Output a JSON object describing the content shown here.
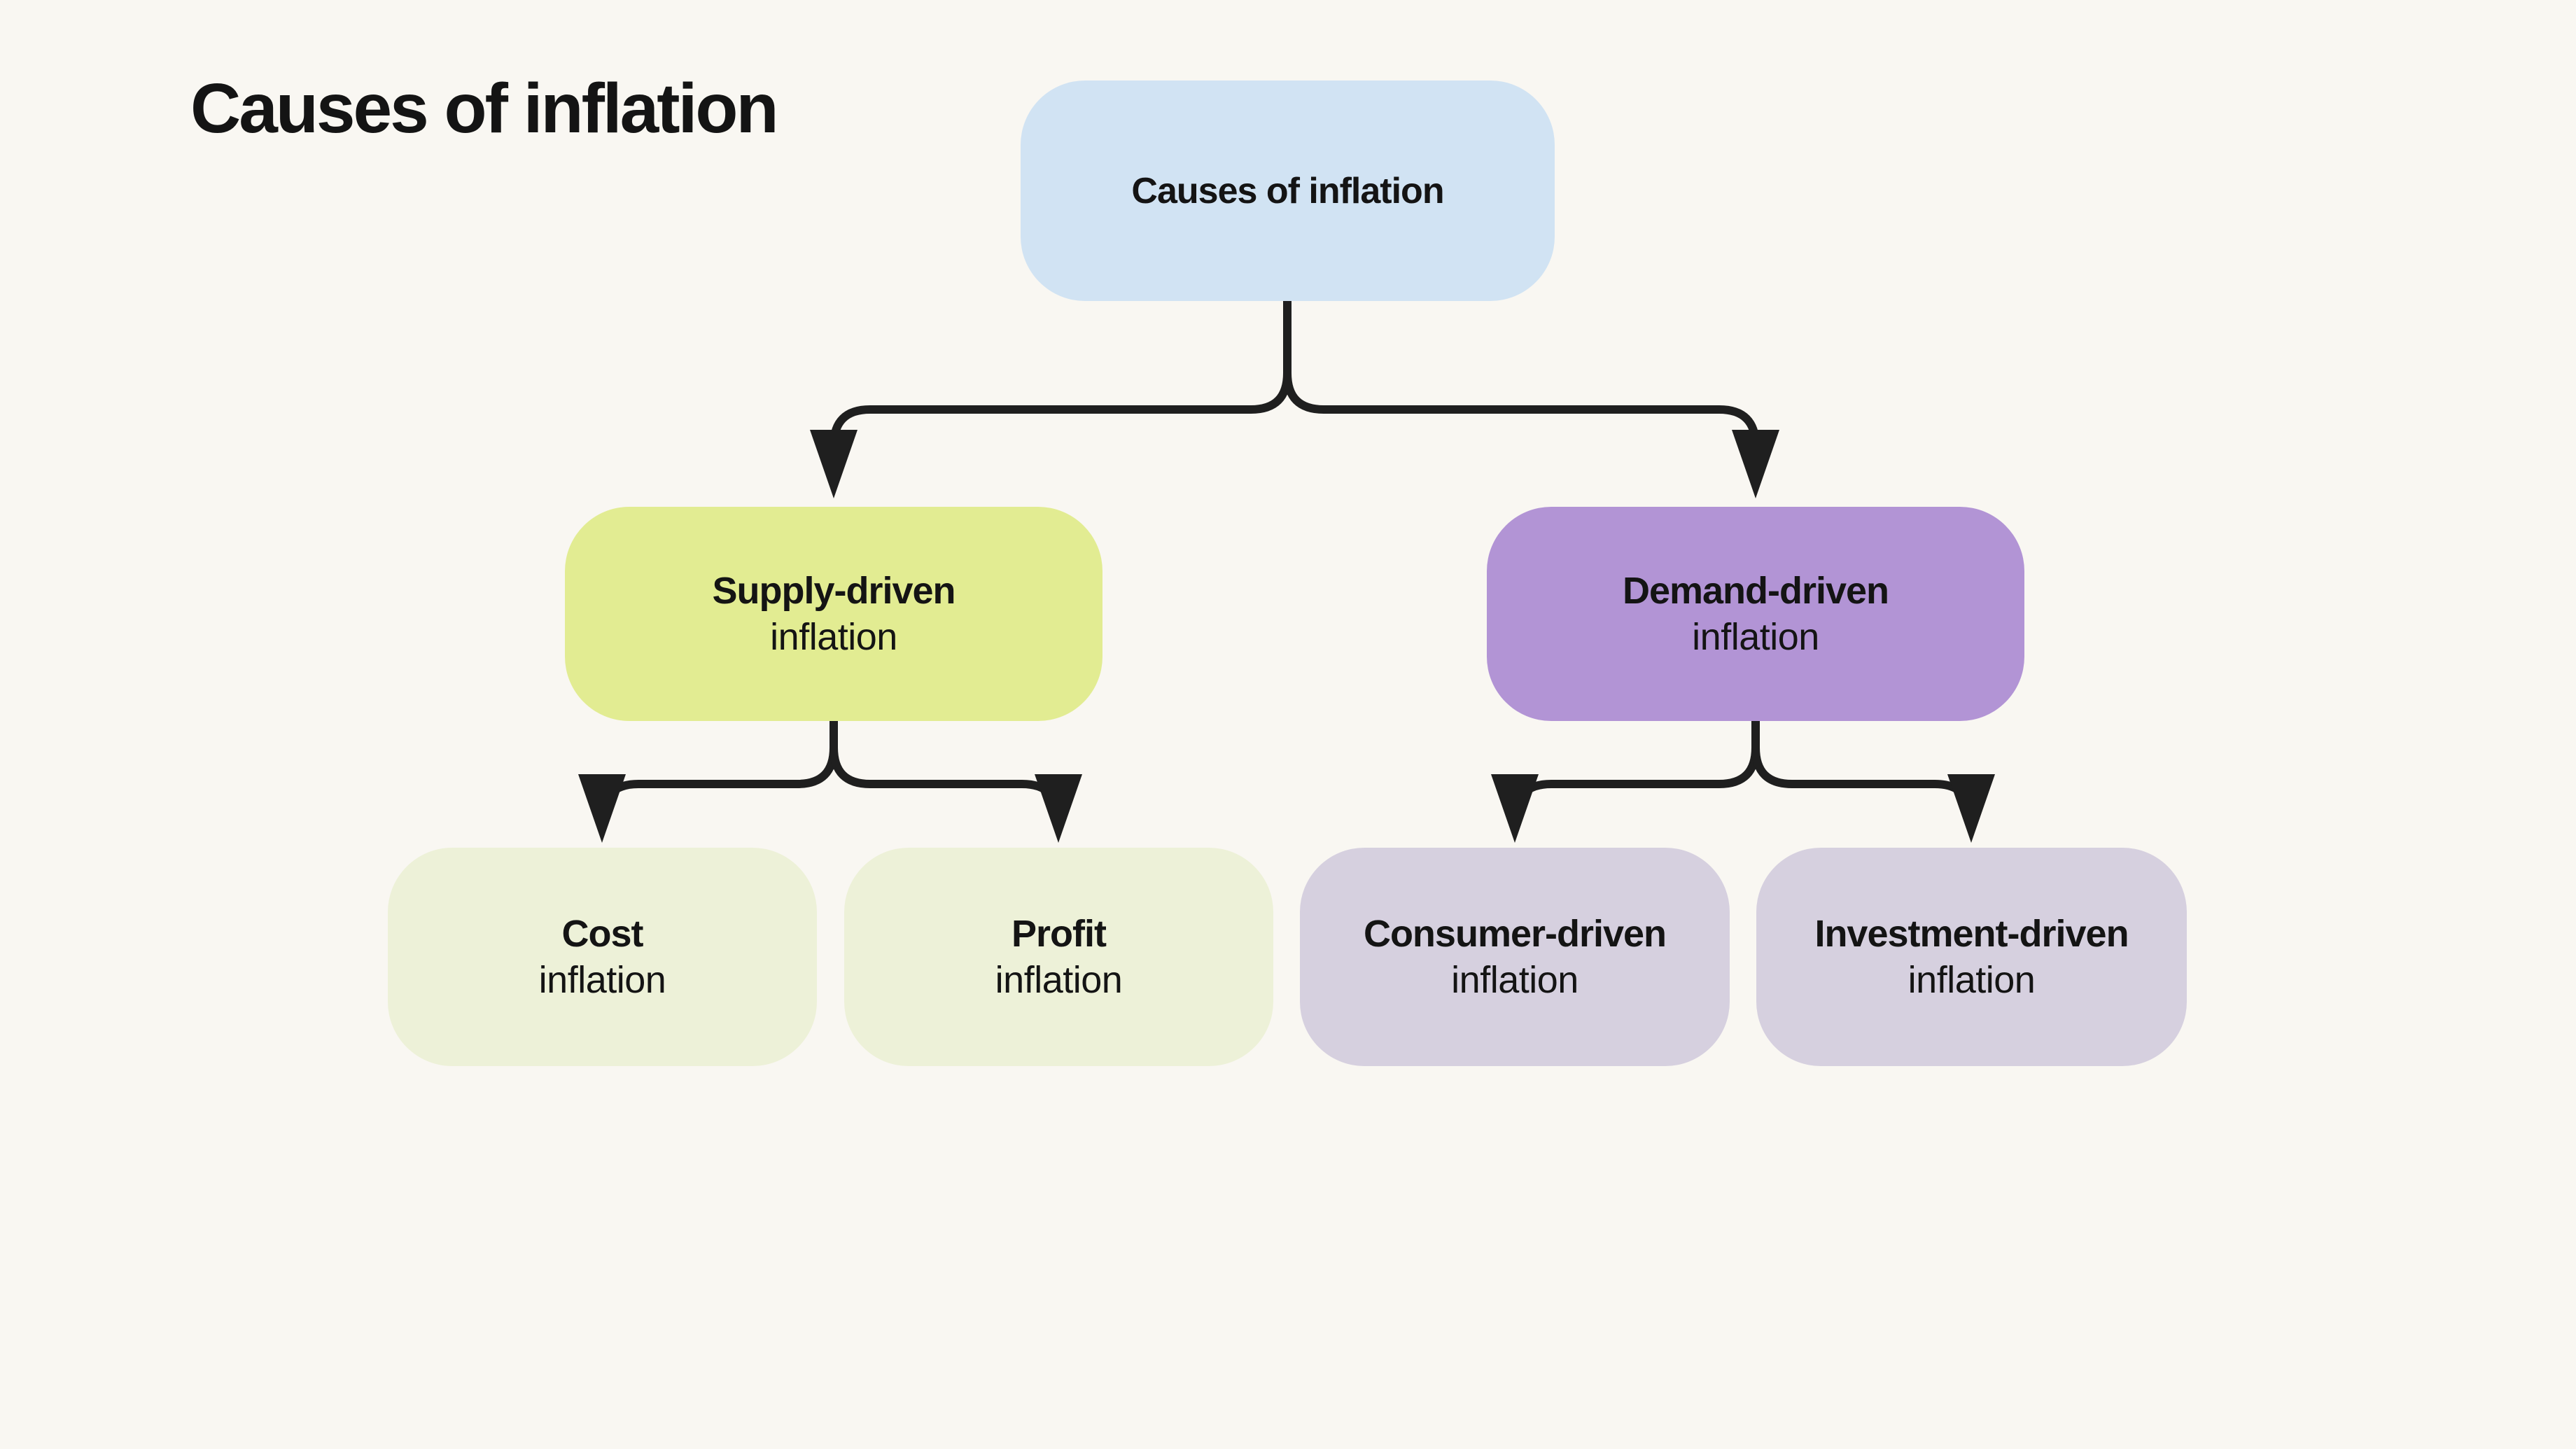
{
  "page": {
    "heading": "Causes of inflation",
    "background_color": "#F9F7F2",
    "text_color": "#141414",
    "line_color": "#1F1F1F"
  },
  "tree": {
    "root": {
      "label": "Causes of inflation",
      "fill": "#D1E3F3"
    },
    "children": [
      {
        "label": "Supply-driven",
        "sublabel": "inflation",
        "fill": "#E2EC92",
        "children": [
          {
            "label": "Cost",
            "sublabel": "inflation",
            "fill": "#EDF1D8"
          },
          {
            "label": "Profit",
            "sublabel": "inflation",
            "fill": "#EDF1D8"
          }
        ]
      },
      {
        "label": "Demand-driven",
        "sublabel": "inflation",
        "fill": "#B294D5",
        "children": [
          {
            "label": "Consumer-driven",
            "sublabel": "inflation",
            "fill": "#D6D0DF"
          },
          {
            "label": "Investment-driven",
            "sublabel": "inflation",
            "fill": "#D6D0DF"
          }
        ]
      }
    ]
  }
}
